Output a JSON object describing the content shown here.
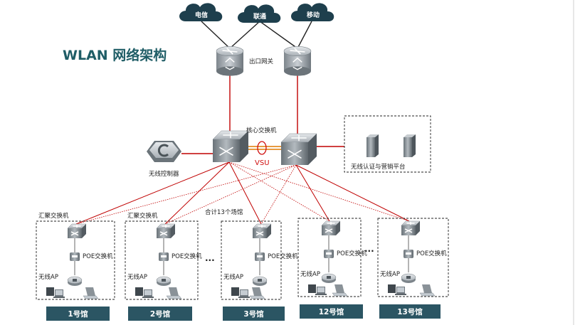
{
  "title": "WLAN 网络架构",
  "clouds": [
    "电信",
    "联通",
    "移动"
  ],
  "labels": {
    "gateway": "出口网关",
    "core": "核心交换机",
    "vsu": "VSU",
    "controller": "无线控制器",
    "auth": "无线认证与营销平台",
    "total": "合计13个场馆",
    "ellipsis": "..."
  },
  "branches": [
    {
      "building": "1号馆",
      "agg": "汇聚交换机",
      "poe": "POE交换机",
      "ap": "无线AP"
    },
    {
      "building": "2号馆",
      "agg": "汇聚交换机",
      "poe": "POE交换机",
      "ap": "无线AP"
    },
    {
      "building": "3号馆",
      "agg": "",
      "poe": "POE交换机",
      "ap": "无线AP"
    },
    {
      "building": "12号馆",
      "agg": "",
      "poe": "POE交换机",
      "ap": "无线AP"
    },
    {
      "building": "13号馆",
      "agg": "",
      "poe": "POE交换机",
      "ap": "无线AP"
    }
  ],
  "colors": {
    "title": "#1f5d66",
    "cloud": "#1e3f4d",
    "link": "#c00000",
    "vsu_link": "#e07a00",
    "building": "#2b5563"
  }
}
